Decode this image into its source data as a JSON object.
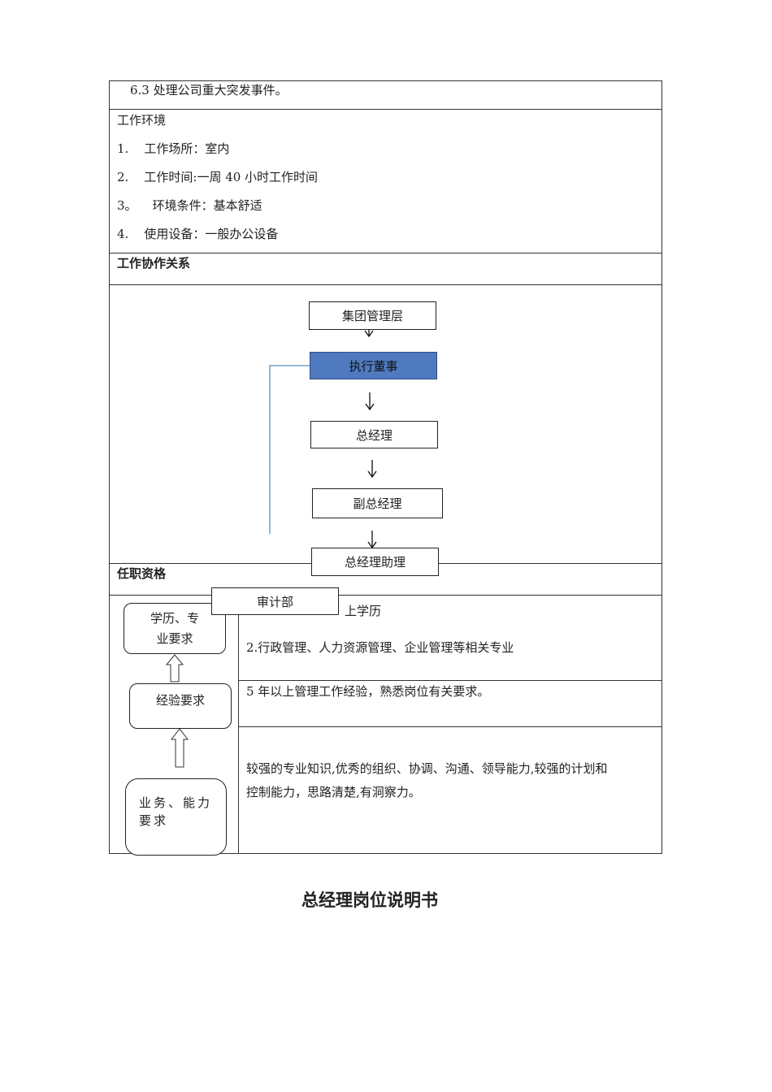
{
  "duties_last_item": "6.3 处理公司重大突发事件。",
  "work_environment": {
    "heading": "工作环境",
    "items": [
      "1.    工作场所：室内",
      "2.    工作时间:一周 40 小时工作时间",
      "3。    环境条件：基本舒适",
      "4.    使用设备：一般办公设备"
    ]
  },
  "collaboration": {
    "heading": "工作协作关系",
    "org_chart": {
      "nodes": [
        "集团管理层",
        "执行董事",
        "总经理",
        "副总经理",
        "总经理助理",
        "审计部"
      ],
      "highlight_color": "#4f7ac0",
      "line_color": "#5b8db8"
    }
  },
  "qualifications": {
    "heading": "任职资格",
    "left_boxes": [
      "学历、专业要求",
      "经验要求",
      "业务、能力要求"
    ],
    "education_line1": "上学历",
    "education_line2": "2.行政管理、人力资源管理、企业管理等相关专业",
    "experience": "5 年以上管理工作经验，熟悉岗位有关要求。",
    "ability_line1": "较强的专业知识,优秀的组织、协调、沟通、领导能力,较强的计划和",
    "ability_line2": "控制能力，思路清楚,有洞察力。"
  },
  "document_title": "总经理岗位说明书"
}
